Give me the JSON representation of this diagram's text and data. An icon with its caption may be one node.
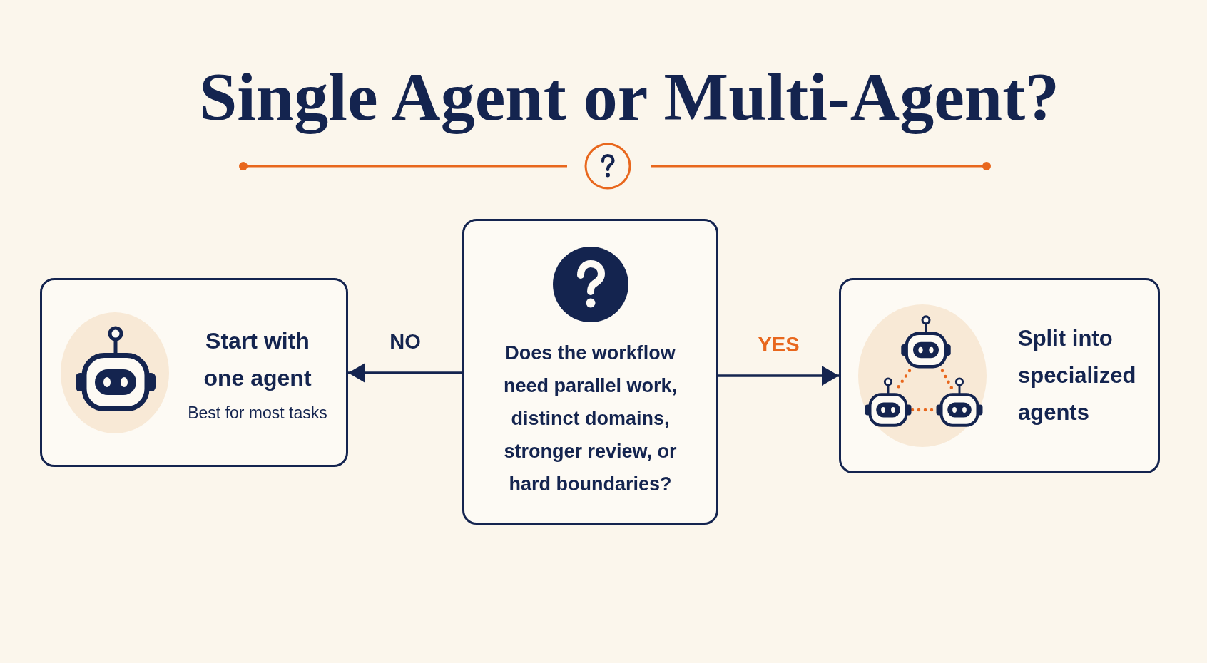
{
  "diagram": {
    "title": "Single Agent or Multi-Agent?",
    "nodes": [
      {
        "text": [
          "Start with one agent",
          "Best for most tasks"
        ]
      },
      {
        "text": [
          "Does the workflow need parallel work, distinct domains, stronger review, or hard boundaries?"
        ]
      },
      {
        "text": [
          "Split into specialized agents"
        ]
      }
    ],
    "edges": [
      {
        "from": 1,
        "to": 0,
        "arrow": "to",
        "label": "NO"
      },
      {
        "from": 1,
        "to": 2,
        "arrow": "to",
        "label": "YES"
      }
    ]
  }
}
